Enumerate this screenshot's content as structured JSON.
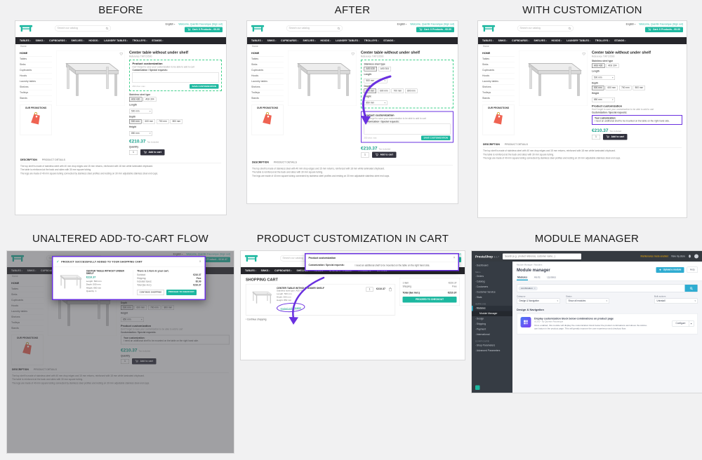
{
  "titles": {
    "before": "BEFORE",
    "after": "AFTER",
    "with_customization": "WITH CUSTOMIZATION",
    "unaltered_flow": "UNALTERED ADD-TO-CART FLOW",
    "customization_in_cart": "PRODUCT CUSTOMIZATION IN CART",
    "module_manager": "MODULE MANAGER"
  },
  "colors": {
    "accent_teal": "#1db8a0",
    "annotation_purple": "#6a30e0",
    "annotation_green": "#3fd08b",
    "admin_blue": "#2eacd1",
    "dark_button": "#31313d"
  },
  "store": {
    "search_placeholder": "Search our catalog",
    "language": "English",
    "welcome": "Welcome, Quentin Fauvarque (Sign out)",
    "cart_empty": "Cart: 0 Products - €0.00",
    "cart_full": "Cart: 1 Product - €210.37",
    "nav": [
      "TABLES",
      "SINKS",
      "CUPBOARDS",
      "SHELVES",
      "HOODS",
      "LAUNDRY TABLES",
      "TROLLEYS",
      "STANDS"
    ],
    "breadcrumb": "Home",
    "sidebar_title": "HOME",
    "sidebar": [
      "Tables",
      "Sinks",
      "Cupboards",
      "Hoods",
      "Laundry tables",
      "Shelves",
      "Trolleys",
      "Stands"
    ],
    "promo": "OUR PROMOTIONS"
  },
  "product": {
    "title": "Center table without under shelf",
    "reference": "Reference TWTC0500",
    "steel_label": "Stainless steel type",
    "steel_options": [
      "AISI 430",
      "AISI 304"
    ],
    "length_label": "Length",
    "length_value": "500 mm",
    "depth_label": "Depth",
    "depth_options": [
      "500 mm",
      "600 mm",
      "700 mm",
      "800 mm"
    ],
    "height_label": "Height",
    "height_value": "850 mm",
    "price": "€210.37",
    "tax": "Tax included",
    "quantity_label": "Quantity",
    "quantity": "1",
    "add_to_cart": "Add to cart",
    "tab_description": "DESCRIPTION",
    "tab_details": "PRODUCT DETAILS",
    "description": [
      "The top shelf is made of stainless steel with 40 mm drop edges and 15 mm returns, reinforced with 18 mm white laminated chipboard.",
      "The table is reinforced at the back and sides with 30 mm square tubing.",
      "The legs are made of 40 mm square tubing connected by stainless steel profiles and resting on 30 mm adjustable stainless steel end caps."
    ]
  },
  "customization": {
    "title": "Product customization",
    "hint": "Don't forget to save your customization to be able to add to cart",
    "label": "Customization / Special requests:",
    "max": "250 char. max",
    "save": "SAVE CUSTOMIZATION",
    "your_label": "Your customization:",
    "your_text": "I need an additional shelf to be mounted on the table on the right hand side."
  },
  "modal": {
    "success": "Product successfully added to your shopping cart",
    "name": "CENTER TABLE WITHOUT UNDER SHELF",
    "price": "€210.37",
    "attrs": [
      "Length: 500 mm",
      "Depth: 500 mm",
      "Height: 850 mm",
      "Quantity: 1"
    ],
    "cart_title": "There is 1 item in your cart.",
    "lines": [
      [
        "Subtotal:",
        "€210.37"
      ],
      [
        "Shipping:",
        "Free"
      ],
      [
        "Included taxes:",
        "€0.00"
      ],
      [
        "Total (tax incl.):",
        "€210.37"
      ]
    ],
    "continue": "CONTINUE SHOPPING",
    "checkout": "PROCEED TO CHECKOUT"
  },
  "cart": {
    "title": "SHOPPING CART",
    "item_name": "CENTER TABLE WITHOUT UNDER SHELF",
    "item_price": "€210.37",
    "attrs": [
      "Stainless steel type: AISI 430",
      "Length: 500 mm",
      "Depth: 500 mm",
      "Height: 850 mm"
    ],
    "customization_link": "Product customization",
    "qty": "1",
    "continue": "‹ Continue shopping",
    "rows": [
      [
        "1 item",
        "€210.37"
      ],
      [
        "Shipping",
        "Free"
      ]
    ],
    "total_label": "Total (tax incl.)",
    "total": "€210.37",
    "checkout": "PROCEED TO CHECKOUT",
    "popup_title": "Product customization",
    "popup_label": "Customization / Special requests:",
    "popup_text": "I need an additional shelf to be mounted on the table on the right hand side."
  },
  "admin": {
    "brand": "PrestaShop",
    "version": "8.1.7",
    "search_placeholder": "Search (e.g.: product reference, customer name...)",
    "maintenance": "Maintenance mode enabled",
    "view_store": "View my store",
    "sidebar": [
      "Dashboard",
      "SELL",
      "Orders",
      "Catalog",
      "Customers",
      "Customer Service",
      "Stats",
      "IMPROVE",
      "Modules",
      "Module Manager",
      "Design",
      "Shipping",
      "Payment",
      "International",
      "CONFIGURE",
      "Shop Parameters",
      "Advanced Parameters"
    ],
    "breadcrumb": "Module Manager / Modules",
    "title": "Module manager",
    "upload": "Upload a module",
    "help": "Help",
    "tabs": [
      "Modules",
      "Alerts",
      "Updates"
    ],
    "search_tag": "combination",
    "category_label": "Category",
    "category_value": "Design & Navigation",
    "status_label": "Status",
    "status_value": "Show all modules",
    "bulk_label": "Bulk actions",
    "bulk_value": "Uninstall",
    "section": "Design & Navigation",
    "module_name": "Display customization block below combinations on product page",
    "module_meta": "v1.0.0 - by Quentin Fauvarque",
    "module_desc": "Once enabled, this module will display the customization block below the product combinations and above the Add-to-cart button in the product page. This will greatly improve the user experience and checkout flow.",
    "configure": "Configure"
  }
}
